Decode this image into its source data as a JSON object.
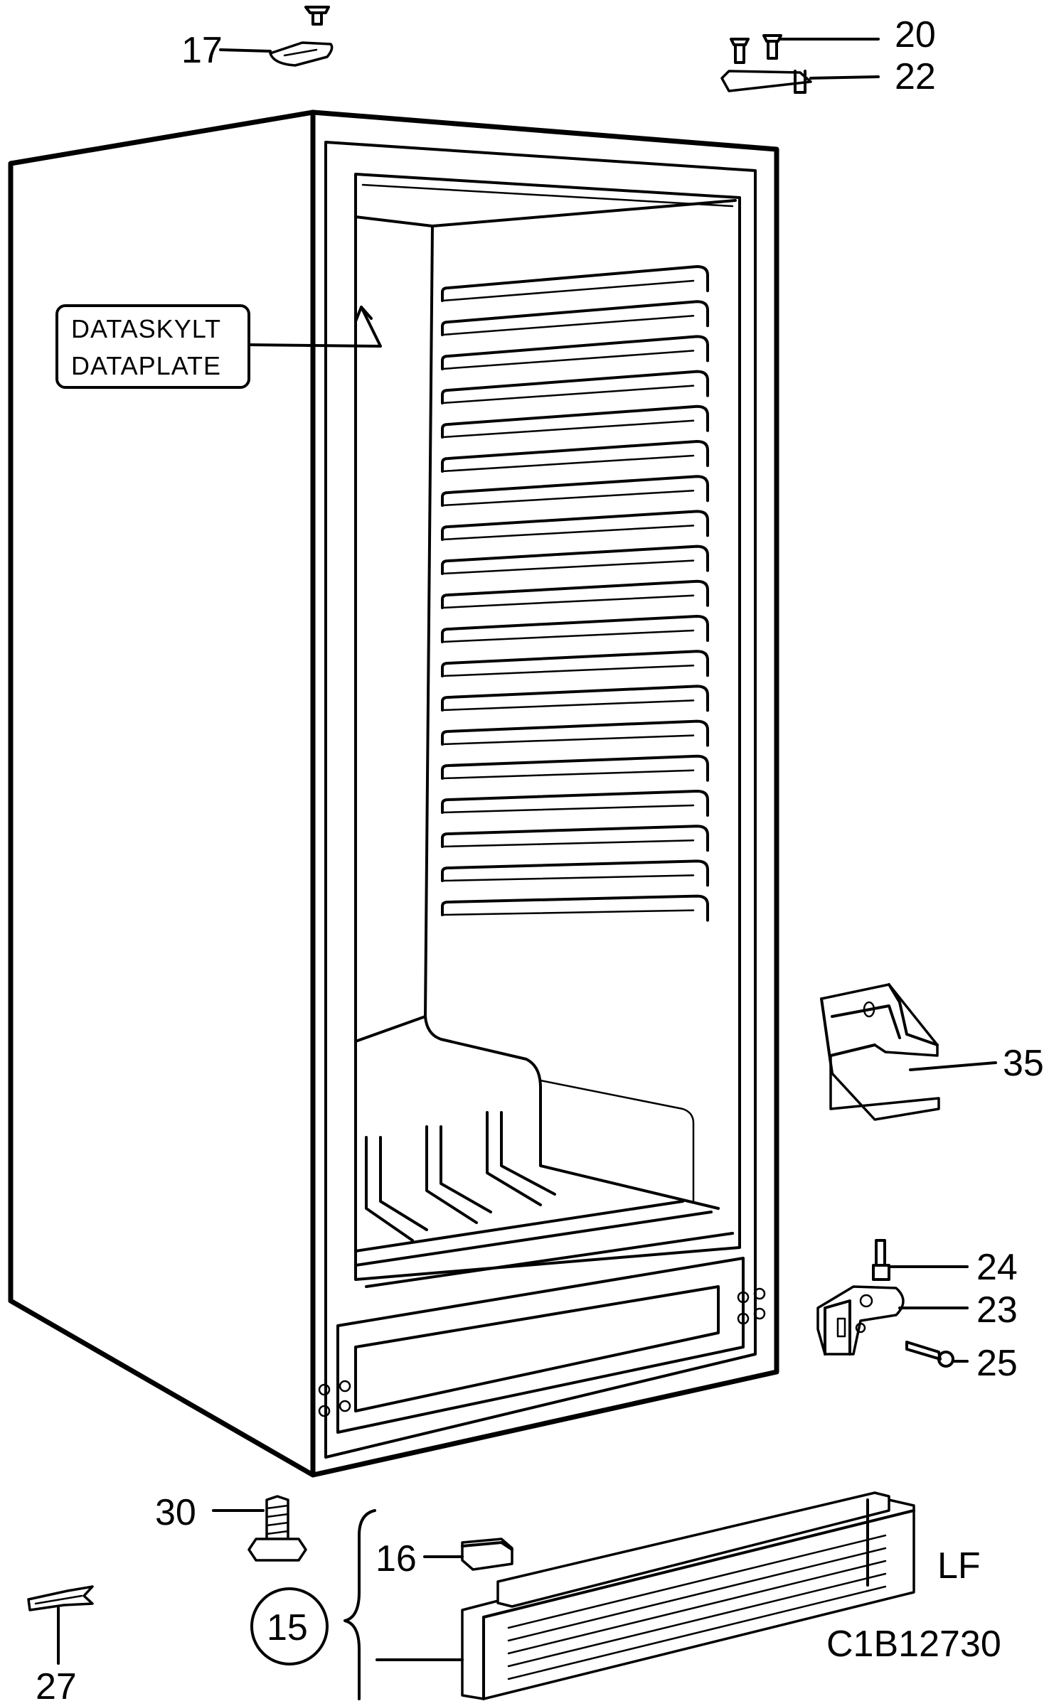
{
  "part_labels": {
    "p17": "17",
    "p20": "20",
    "p22": "22",
    "p35": "35",
    "p24": "24",
    "p23": "23",
    "p25": "25",
    "p30": "30",
    "p16": "16",
    "p15": "15",
    "p27": "27"
  },
  "data_plate": {
    "line1": "DATASKYLT",
    "line2": "DATAPLATE"
  },
  "variant_code": "LF",
  "drawing_code": "C1B12730"
}
